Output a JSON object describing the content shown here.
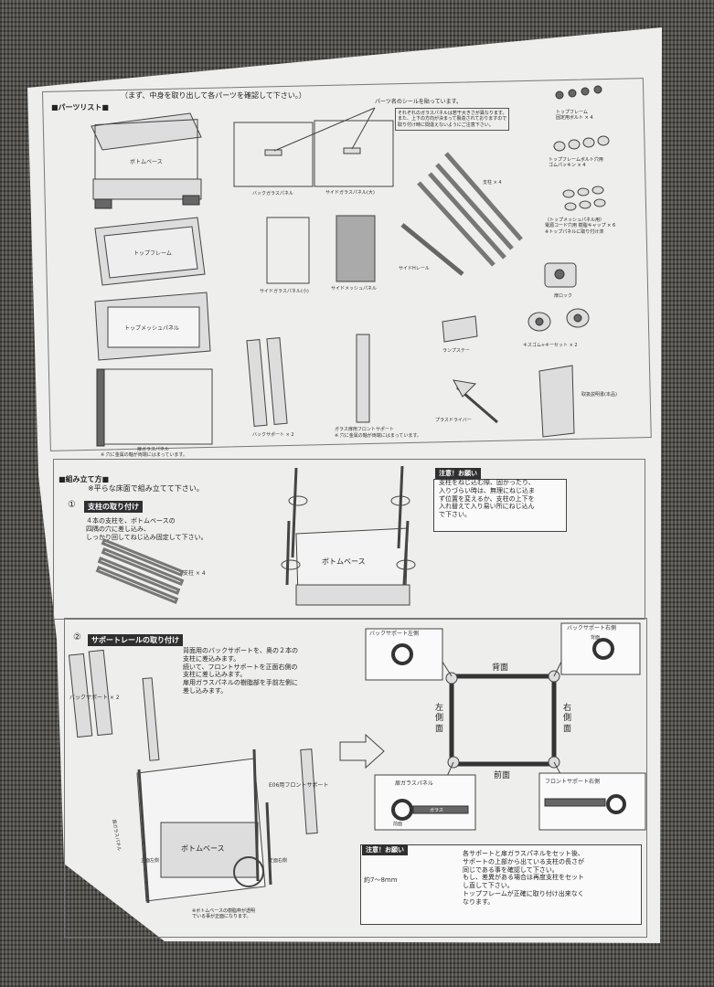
{
  "parts_list": {
    "title": "■パーツリスト■",
    "subtitle": "（まず、中身を取り出して各パーツを確認して下さい。）",
    "sticker_note": "パーツ名のシールを貼っています。",
    "glass_note": "それぞれのガラスパネルは若干大きさが異なります。\nまた、上下の方向が決まって製造されておりますので\n取り付け時に間違えないようにご注意下さい。",
    "items": {
      "bottom_base": "ボトムベース",
      "back_glass": "バックガラスパネル",
      "side_glass_large": "サイドガラスパネル(大)",
      "pillar": "支柱 × 4",
      "top_frame_bolt": "トップフレーム\n固定用ボルト × 4",
      "rubber_packing": "トップフレームボルト穴用\nゴムパッキン × 4",
      "top_frame": "トップフレーム",
      "side_glass_small": "サイドガラスパネル(小)",
      "side_mesh": "サイドメッシュパネル",
      "side_h_rail": "サイドHレール",
      "mesh_caps": "（トップメッシュパネル用）\n電源コード穴用  樹脂キャップ × 6\n※トップパネルに取り付け済",
      "door_lock": "扉ロック",
      "top_mesh": "トップメッシュパネル",
      "lamp_stay": "ランプステー",
      "key_set": "キスゴム+キーセット × 2",
      "door_glass": "扉ガラスパネル",
      "door_glass_note": "※ 穴に金属の軸が両端にはまっています。",
      "back_support": "バックサポート × 2",
      "front_support": "ガラス扉用フロントサポート",
      "front_support_note": "※ 穴に金属の軸が両端にはまっています。",
      "screwdriver": "プラスドライバー",
      "manual": "取扱説明書(本品)"
    }
  },
  "assembly": {
    "title": "■組み立て方■",
    "subtitle": "※平らな床面で組み立てて下さい。",
    "step1": {
      "num": "①",
      "title": "支柱の取り付け",
      "text": "４本の支柱を、ボトムベースの\n四隅の穴に差し込み、\nしっかり回してねじ込み固定して下さい。",
      "pillar_label": "支柱 × 4",
      "base_label": "ボトムベース"
    },
    "caution1": {
      "title": "注意！お願い",
      "text": "支柱をねじ込む際、固かったり、\n入りづらい時は、無理にねじ込ま\nず位置を変えるか、支柱の上下を\n入れ替えて入り易い所にねじ込ん\nで下さい。"
    },
    "step2": {
      "num": "②",
      "title": "サポートレールの取り付け",
      "text": "背面用のバックサポートを、奥の２本の\n支柱に差込みます。\n続いて、フロントサポートを正面右側の\n支柱に差し込みます。\n扉用ガラスパネルの樹脂部を手前左側に\n差し込みます。",
      "back_support_label": "バックサポート × 2",
      "front_support_label": "E06用フロントサポート",
      "base_label": "ボトムベース",
      "front_right": "正面右側",
      "door_panel_label": "扉ガラスパネル",
      "front_left": "正面左側",
      "circle_note": "※ボトムベースの樹脂枠が透明\nでいる事が正面になります。",
      "back_left": "バックサポート左側",
      "back_right": "バックサポート右側",
      "back_face": "背面",
      "left_face": "左\n側\n面",
      "right_face": "右\n側\n面",
      "front_face": "前面",
      "door_glass_detail": "扉ガラスパネル",
      "front_support_right": "フロントサポート右側",
      "glass_small": "ガラス",
      "front_small": "前面",
      "back_small": "背面"
    },
    "caution2": {
      "title": "注意！お願い",
      "gap": "約7～8mm",
      "text": "各サポートと扉ガラスパネルをセット後、\nサポートの上部から出ている支柱の長さが\n同じである事を確認して下さい。\nもし、差異がある場合は再度支柱をセット\nし直して下さい。\nトップフレームが正確に取り付け出来なく\nなります。"
    }
  }
}
